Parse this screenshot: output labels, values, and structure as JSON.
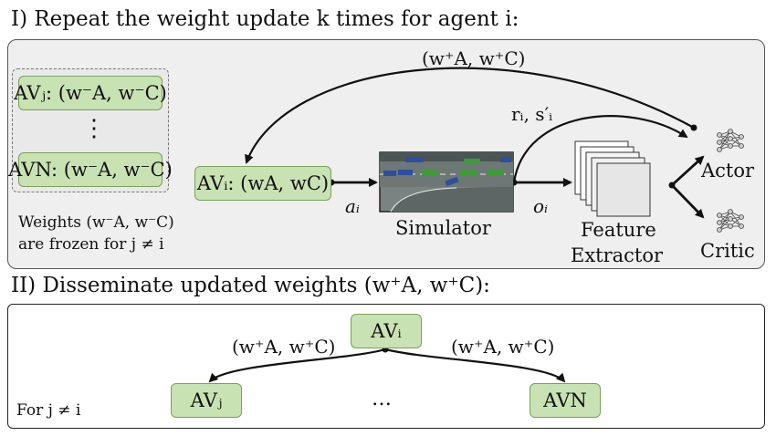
{
  "step1": {
    "title": "I) Repeat the weight update k times for agent i:"
  },
  "step2": {
    "title": "II) Disseminate updated weights (w⁺A, w⁺C):"
  },
  "frozen": {
    "agent_j": "AVⱼ: (w⁻A, w⁻C)",
    "ellipsis": "⋮",
    "agent_n": "AVN: (w⁻A, w⁻C)",
    "note_line1": "Weights (w⁻A, w⁻C)",
    "note_line2": "are frozen for j ≠ i"
  },
  "loop": {
    "agent_i": "AVᵢ: (wA, wC)",
    "updated_weights": "(w⁺A, w⁺C)",
    "reward_state": "rᵢ, s′ᵢ",
    "action": "aᵢ",
    "observation": "oᵢ",
    "simulator": "Simulator",
    "extractor_line1": "Feature",
    "extractor_line2": "Extractor",
    "actor": "Actor",
    "critic": "Critic"
  },
  "dissemination": {
    "source": "AVᵢ",
    "left_weights": "(w⁺A, w⁺C)",
    "right_weights": "(w⁺A, w⁺C)",
    "target_j": "AVⱼ",
    "dots": "…",
    "target_n": "AVN",
    "condition": "For j ≠ i"
  },
  "colors": {
    "node_fill": "#c9e2b3",
    "node_border": "#7aa05a",
    "panel_fill": "#efefef",
    "road": "#6f7a78",
    "car_blue": "#2e4fa0",
    "car_green": "#3f9a3a"
  }
}
